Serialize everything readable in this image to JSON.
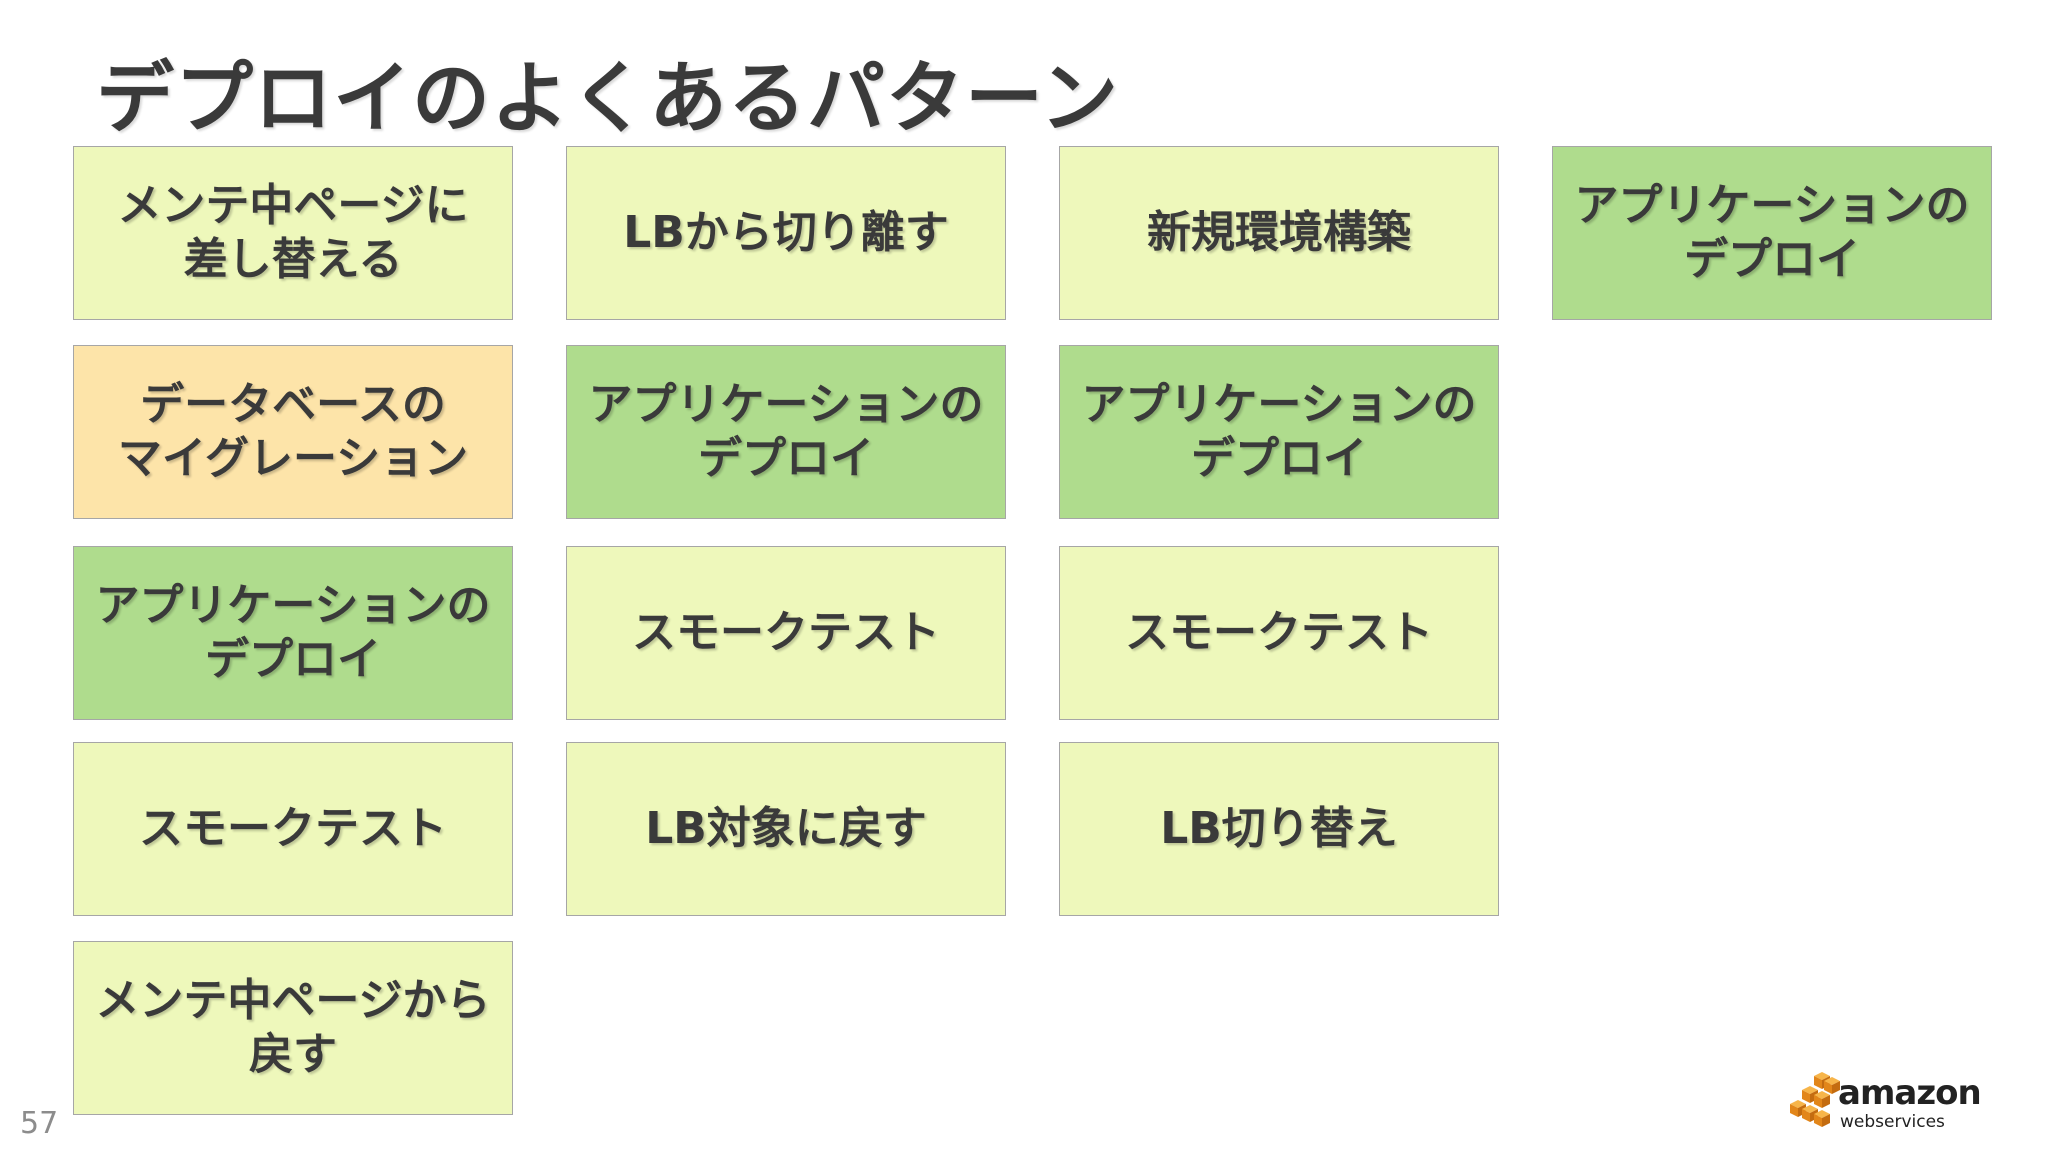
{
  "title": "デプロイのよくあるパターン",
  "page_number": "57",
  "colors": {
    "light_green": "#eef8bb",
    "green": "#afdc8d",
    "orange": "#fde4a9",
    "border": "#a6a6a6",
    "text": "#3a3a3a"
  },
  "columns": [
    {
      "boxes": [
        {
          "text": "メンテ中ページに\n差し替える",
          "color": "light_green"
        },
        {
          "text": "データベースの\nマイグレーション",
          "color": "orange"
        },
        {
          "text": "アプリケーションの\nデプロイ",
          "color": "green"
        },
        {
          "text": "スモークテスト",
          "color": "light_green"
        },
        {
          "text": "メンテ中ページから\n戻す",
          "color": "light_green"
        }
      ]
    },
    {
      "boxes": [
        {
          "text": "LBから切り離す",
          "color": "light_green"
        },
        {
          "text": "アプリケーションの\nデプロイ",
          "color": "green"
        },
        {
          "text": "スモークテスト",
          "color": "light_green"
        },
        {
          "text": "LB対象に戻す",
          "color": "light_green"
        }
      ]
    },
    {
      "boxes": [
        {
          "text": "新規環境構築",
          "color": "light_green"
        },
        {
          "text": "アプリケーションの\nデプロイ",
          "color": "green"
        },
        {
          "text": "スモークテスト",
          "color": "light_green"
        },
        {
          "text": "LB切り替え",
          "color": "light_green"
        }
      ]
    },
    {
      "boxes": [
        {
          "text": "アプリケーションの\nデプロイ",
          "color": "green"
        }
      ]
    }
  ],
  "logo": {
    "icon": "aws-cubes-logo",
    "brand": "amazon",
    "sub": "webservices",
    "color": "#f29a1e"
  }
}
